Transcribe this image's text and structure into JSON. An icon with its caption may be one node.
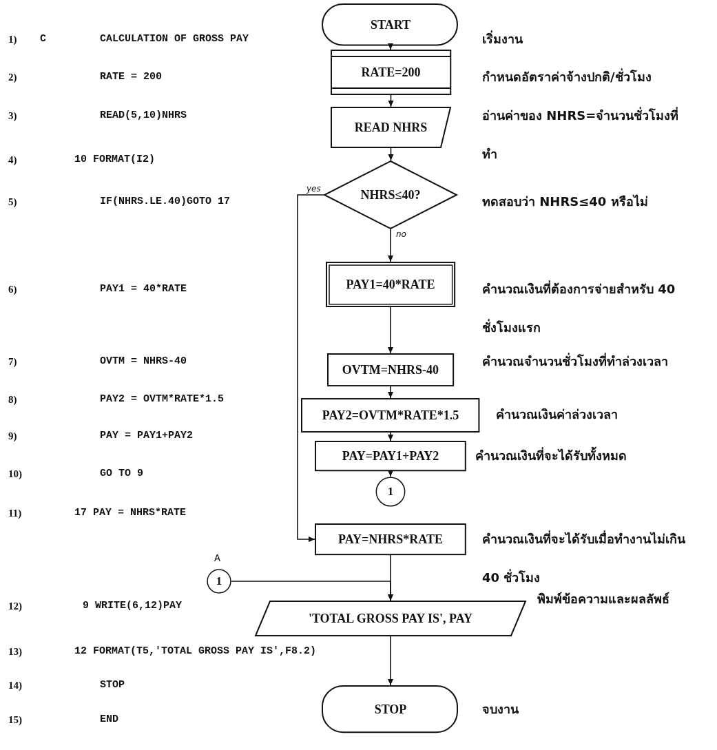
{
  "diagram": {
    "nodes": [
      {
        "text": [
          "START"
        ],
        "beside": [
          "เริ่มงาน"
        ]
      },
      {
        "text": [
          "RATE=200"
        ],
        "beside": [
          "กำหนดอัตราค่าจ้างปกติ/ชั่วโมง"
        ]
      },
      {
        "text": [
          "READ NHRS"
        ],
        "beside": [
          "อ่านค่าของ NHRS=จำนวนชั่วโมงที่ทำ"
        ]
      },
      {
        "text": [
          "NHRS≤40?"
        ],
        "beside": [
          "ทดสอบว่า NHRS≤40 หรือไม่"
        ]
      },
      {
        "text": [
          "PAY1=40*RATE"
        ],
        "beside": [
          "คำนวณเงินที่ต้องการจ่ายสำหรับ 40 ชั่งโมงแรก"
        ]
      },
      {
        "text": [
          "OVTM=NHRS-40"
        ],
        "beside": [
          "คำนวณจำนวนชั่วโมงที่ทำล่วงเวลา"
        ]
      },
      {
        "text": [
          "PAY2=OVTM*RATE*1.5"
        ],
        "beside": [
          "คำนวณเงินค่าล่วงเวลา"
        ]
      },
      {
        "text": [
          "PAY=PAY1+PAY2"
        ],
        "beside": [
          "คำนวณเงินที่จะได้รับทั้งหมด"
        ]
      },
      {
        "text": [
          "1"
        ]
      },
      {
        "text": [
          "PAY=NHRS*RATE"
        ],
        "beside": [
          "คำนวณเงินที่จะได้รับเมื่อทำงานไม่เกิน 40 ชั่วโมง"
        ]
      },
      {
        "text": [
          "1"
        ],
        "beside": [
          "A"
        ]
      },
      {
        "text": [
          "'TOTAL GROSS PAY IS', PAY"
        ],
        "beside": [
          "พิมพ์ข้อความและผลลัพธ์"
        ]
      },
      {
        "text": [
          "STOP"
        ],
        "beside": [
          "จบงาน"
        ]
      }
    ],
    "edges": [
      {
        "from": 0,
        "to": 1,
        "arrow": "to"
      },
      {
        "from": 1,
        "to": 2,
        "arrow": "to"
      },
      {
        "from": 2,
        "to": 3,
        "arrow": "to"
      },
      {
        "from": 3,
        "to": 4,
        "arrow": "to",
        "label": "no"
      },
      {
        "from": 3,
        "to": 9,
        "arrow": "to",
        "label": "yes"
      },
      {
        "from": 4,
        "to": 5,
        "arrow": "to"
      },
      {
        "from": 5,
        "to": 6,
        "arrow": "to"
      },
      {
        "from": 6,
        "to": 7,
        "arrow": "to"
      },
      {
        "from": 7,
        "to": 8,
        "arrow": "to"
      },
      {
        "from": 9,
        "to": 11,
        "arrow": "to"
      },
      {
        "from": 10,
        "to": 11,
        "arrow": "to"
      },
      {
        "from": 11,
        "to": 12,
        "arrow": "to"
      }
    ],
    "labels": [
      "1)",
      "C",
      "CALCULATION OF GROSS PAY",
      "2)",
      "RATE = 200",
      "3)",
      "READ(5,10)NHRS",
      "4)",
      "10 FORMAT(I2)",
      "5)",
      "IF(NHRS.LE.40)GOTO 17",
      "6)",
      "PAY1 = 40*RATE",
      "7)",
      "OVTM = NHRS-40",
      "8)",
      "PAY2 = OVTM*RATE*1.5",
      "9)",
      "PAY = PAY1+PAY2",
      "10)",
      "GO TO 9",
      "11)",
      "17 PAY = NHRS*RATE",
      "12)",
      "9 WRITE(6,12)PAY",
      "13)",
      "12 FORMAT(T5,'TOTAL GROSS PAY IS',F8.2)",
      "14)",
      "STOP",
      "15)",
      "END"
    ]
  }
}
